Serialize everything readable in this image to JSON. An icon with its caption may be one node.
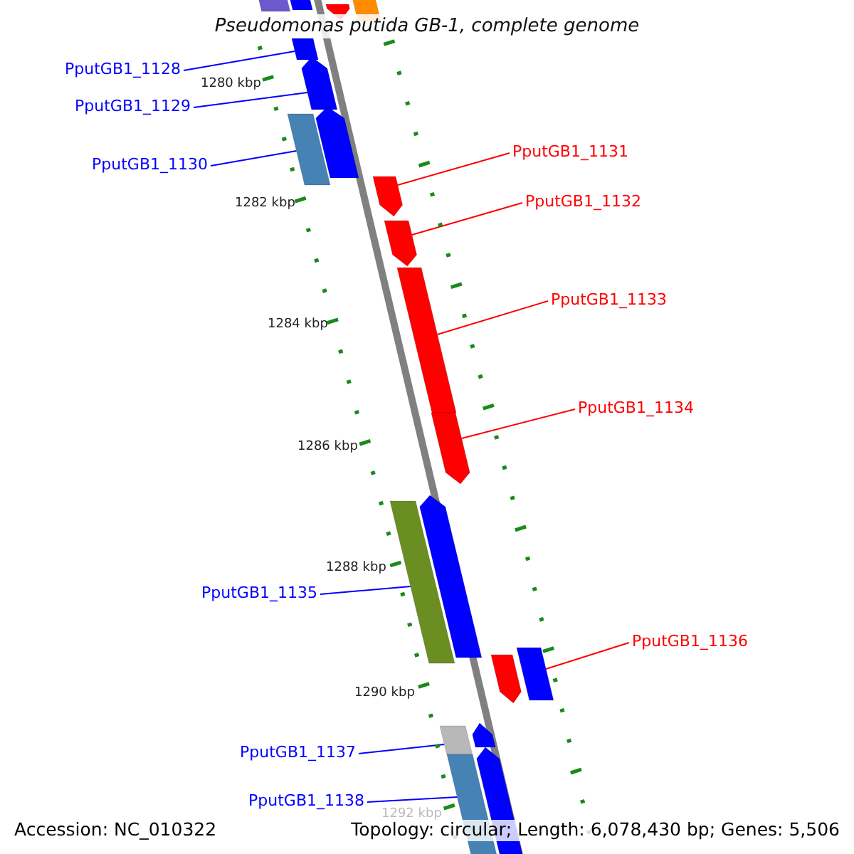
{
  "diagram": {
    "title": "Pseudomonas putida GB-1, complete genome",
    "nodes": [
      {
        "text": [],
        "shape": "bar"
      },
      {
        "text": [],
        "shape": "bar"
      },
      {
        "text": [],
        "shape": "arrow"
      },
      {
        "text": [],
        "shape": "bar"
      },
      {
        "text": [
          "PputGB1_1128"
        ]
      },
      {
        "text": [],
        "shape": "bar"
      },
      {
        "text": [
          "PputGB1_1129"
        ]
      },
      {
        "text": [],
        "shape": "arrow"
      },
      {
        "text": [
          "PputGB1_1130"
        ]
      },
      {
        "text": [],
        "shape": "bar"
      },
      {
        "text": [],
        "shape": "arrow"
      },
      {
        "text": [
          "PputGB1_1131"
        ]
      },
      {
        "text": [],
        "shape": "arrow"
      },
      {
        "text": [
          "PputGB1_1132"
        ]
      },
      {
        "text": [],
        "shape": "arrow"
      },
      {
        "text": [
          "PputGB1_1133"
        ]
      },
      {
        "text": [],
        "shape": "bar"
      },
      {
        "text": [
          "PputGB1_1134"
        ]
      },
      {
        "text": [],
        "shape": "arrow"
      },
      {
        "text": [],
        "shape": "arrow"
      },
      {
        "text": [],
        "shape": "bar"
      },
      {
        "text": [
          "PputGB1_1135"
        ]
      },
      {
        "text": [
          "PputGB1_1136"
        ]
      },
      {
        "text": [],
        "shape": "arrow"
      },
      {
        "text": [],
        "shape": "bar"
      },
      {
        "text": [],
        "shape": "arrow"
      },
      {
        "text": [],
        "shape": "bar"
      },
      {
        "text": [
          "PputGB1_1137"
        ]
      },
      {
        "text": [
          "PputGB1_1138"
        ]
      },
      {
        "text": [],
        "shape": "bar"
      },
      {
        "text": [],
        "shape": "arrow"
      }
    ],
    "edges": [
      {
        "from": 4,
        "to": 5,
        "arrow": "none"
      },
      {
        "from": 6,
        "to": 7,
        "arrow": "none"
      },
      {
        "from": 8,
        "to": 9,
        "arrow": "none"
      },
      {
        "from": 11,
        "to": 12,
        "arrow": "none",
        "color": "#ff0000"
      },
      {
        "from": 13,
        "to": 14,
        "arrow": "none",
        "color": "#ff0000"
      },
      {
        "from": 15,
        "to": 16,
        "arrow": "none",
        "color": "#ff0000"
      },
      {
        "from": 17,
        "to": 18,
        "arrow": "none",
        "color": "#ff0000"
      },
      {
        "from": 21,
        "to": 20,
        "arrow": "none"
      },
      {
        "from": 22,
        "to": 24,
        "arrow": "none",
        "color": "#ff0000"
      },
      {
        "from": 27,
        "to": 26,
        "arrow": "none"
      },
      {
        "from": 28,
        "to": 29,
        "arrow": "none"
      }
    ],
    "labels": [
      "1280 kbp",
      "1282 kbp",
      "1284 kbp",
      "1286 kbp",
      "1288 kbp",
      "1290 kbp",
      "1292 kbp",
      "Accession: NC_010322",
      "Topology: circular; Length: 6,078,430 bp; Genes: 5,506"
    ]
  }
}
